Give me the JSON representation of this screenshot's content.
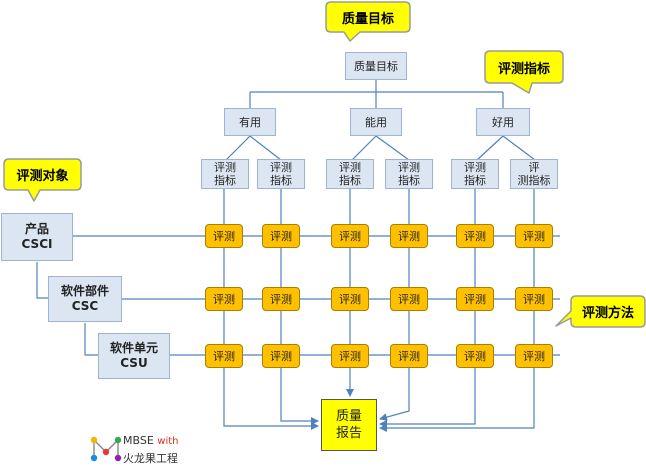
{
  "callouts": {
    "quality_goal": "质量目标",
    "metrics": "评测指标",
    "objects": "评测对象",
    "methods": "评测方法"
  },
  "root": "质量目标",
  "goals": [
    "有用",
    "能用",
    "好用"
  ],
  "metric_label": "评测\n指标",
  "metric_label_alt": "评\n测指标",
  "objects": [
    "产品\nCSCI",
    "软件部件\nCSC",
    "软件单元\nCSU"
  ],
  "cell_label": "评测",
  "report": "质量\n报告",
  "brand": {
    "name": "MBSE",
    "with": "with",
    "company": "火龙果工程"
  }
}
